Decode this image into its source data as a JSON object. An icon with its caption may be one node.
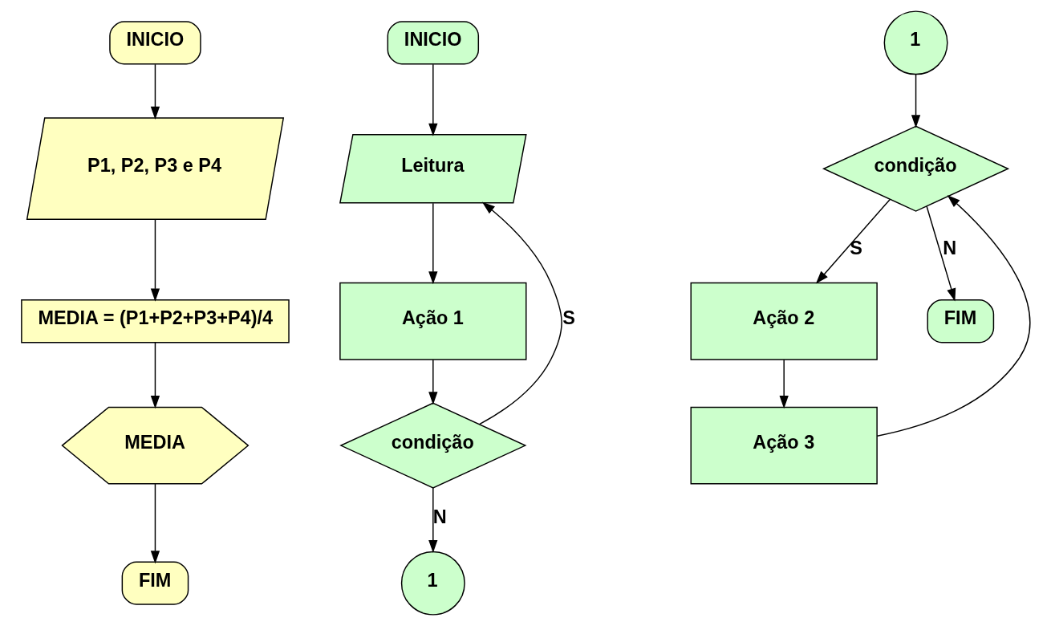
{
  "diagram": {
    "nodes": [
      {
        "text": [
          "INICIO"
        ]
      },
      {
        "text": [
          "P1, P2, P3 e P4"
        ]
      },
      {
        "text": [
          "MEDIA = (P1+P2+P3+P4)/4"
        ]
      },
      {
        "text": [
          "MEDIA"
        ]
      },
      {
        "text": [
          "FIM"
        ]
      },
      {
        "text": [
          "INICIO"
        ]
      },
      {
        "text": [
          "Leitura"
        ]
      },
      {
        "text": [
          "Ação 1"
        ]
      },
      {
        "text": [
          "condição"
        ]
      },
      {
        "text": [
          "1"
        ]
      },
      {
        "text": [
          "1"
        ]
      },
      {
        "text": [
          "condição"
        ]
      },
      {
        "text": [
          "Ação 2"
        ]
      },
      {
        "text": [
          "Ação 3"
        ]
      },
      {
        "text": [
          "FIM"
        ]
      }
    ],
    "edges": [
      {
        "from": 0,
        "to": 1,
        "arrow": "to"
      },
      {
        "from": 1,
        "to": 2,
        "arrow": "to"
      },
      {
        "from": 2,
        "to": 3,
        "arrow": "to"
      },
      {
        "from": 3,
        "to": 4,
        "arrow": "to"
      },
      {
        "from": 5,
        "to": 6,
        "arrow": "to"
      },
      {
        "from": 6,
        "to": 7,
        "arrow": "to"
      },
      {
        "from": 7,
        "to": 8,
        "arrow": "to"
      },
      {
        "from": 8,
        "to": 6,
        "arrow": "to",
        "label": "S"
      },
      {
        "from": 8,
        "to": 9,
        "arrow": "to",
        "label": "N"
      },
      {
        "from": 10,
        "to": 11,
        "arrow": "to"
      },
      {
        "from": 11,
        "to": 12,
        "arrow": "to",
        "label": "S"
      },
      {
        "from": 12,
        "to": 13,
        "arrow": "to"
      },
      {
        "from": 13,
        "to": 11,
        "arrow": "to"
      },
      {
        "from": 11,
        "to": 14,
        "arrow": "to",
        "label": "N"
      }
    ]
  }
}
